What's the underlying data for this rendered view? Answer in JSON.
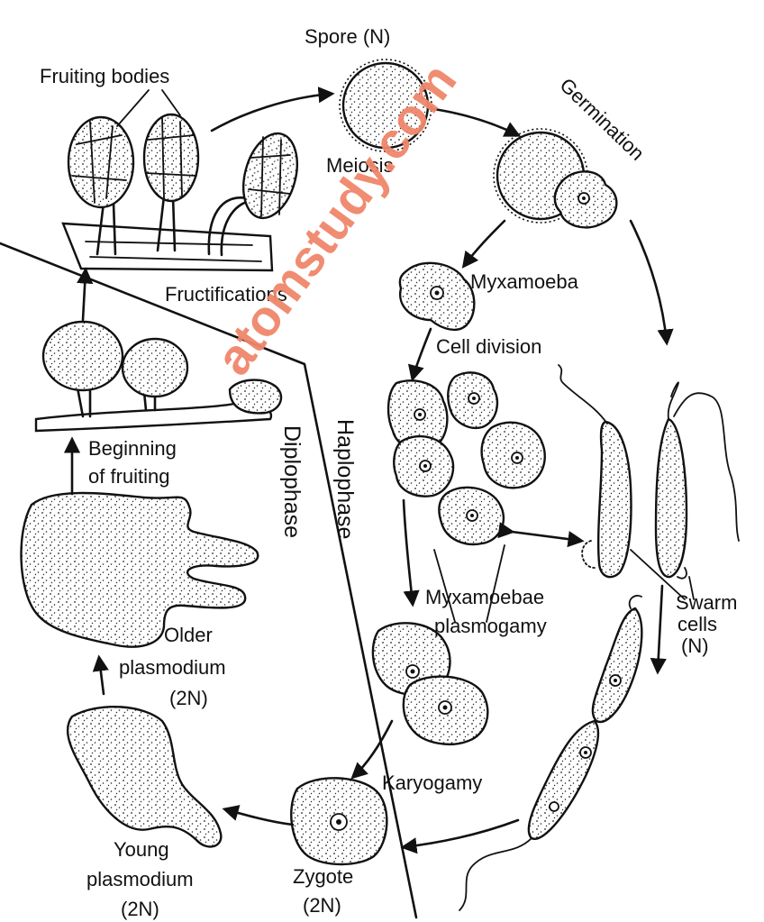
{
  "labels": {
    "spore": "Spore (N)",
    "fruiting_bodies": "Fruiting bodies",
    "meiosis": "Meiosis",
    "germination": "Germination",
    "fructifications": "Fructifications",
    "myxamoeba": "Myxamoeba",
    "cell_division": "Cell division",
    "beginning_line1": "Beginning",
    "beginning_line2": "of fruiting",
    "haplophase": "Haplophase",
    "diplophase": "Diplophase",
    "myxamoebae_line1": "Myxamoebae",
    "myxamoebae_line2": "plasmogamy",
    "swarm_line1": "Swarm",
    "swarm_line2": "cells",
    "swarm_line3": "(N)",
    "older_line1": "Older",
    "older_line2": "plasmodium",
    "older_line3": "(2N)",
    "karyogamy": "Karyogamy",
    "young_line1": "Young",
    "young_line2": "plasmodium",
    "young_line3": "(2N)",
    "zygote_line1": "Zygote",
    "zygote_line2": "(2N)"
  },
  "watermark": "atomstudy.com",
  "colors": {
    "ink": "#111111",
    "background": "#ffffff",
    "watermark": "#f0866a"
  }
}
